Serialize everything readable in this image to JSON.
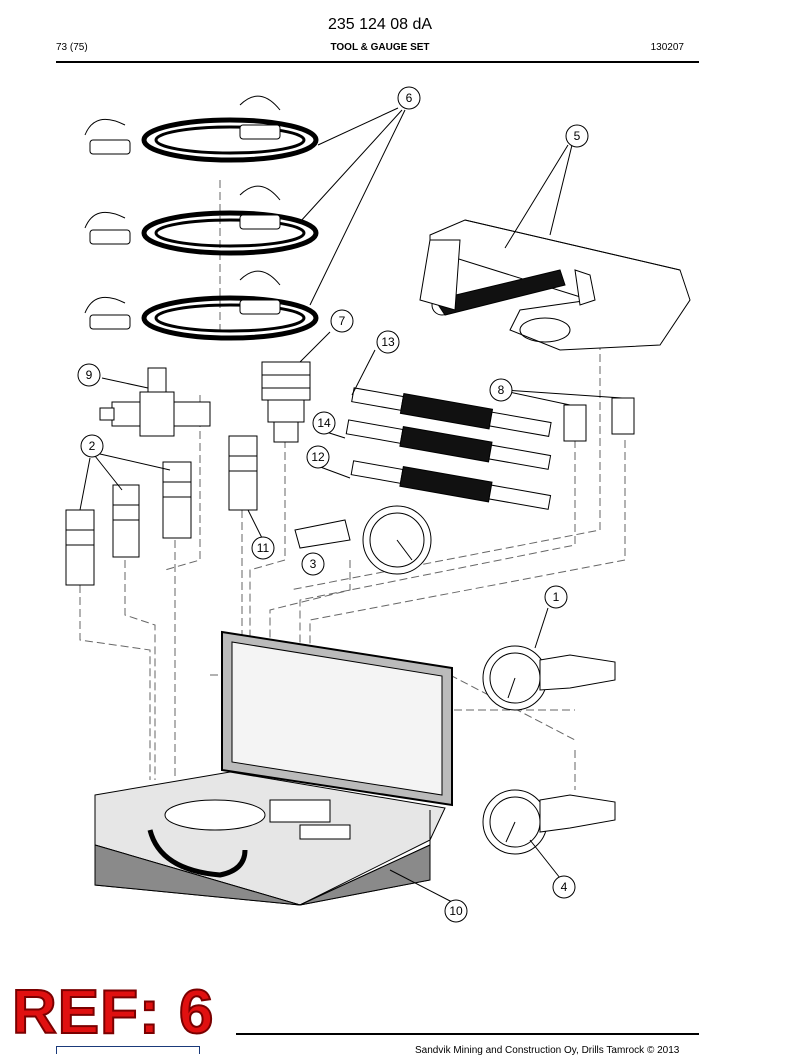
{
  "header": {
    "doc_number": "235 124 08 dA",
    "page": "73 (75)",
    "title": "TOOL & GAUGE SET",
    "date": "130207"
  },
  "callouts": [
    "1",
    "2",
    "3",
    "4",
    "5",
    "6",
    "7",
    "8",
    "9",
    "10",
    "11",
    "12",
    "13",
    "14"
  ],
  "ref_label": "REF: 6",
  "footer": {
    "copyright": "Sandvik Mining and Construction Oy, Drills Tamrock © 2013"
  },
  "colors": {
    "ref_red": "#e01010",
    "line": "#000000",
    "case_gray": "#8a8a8a"
  }
}
